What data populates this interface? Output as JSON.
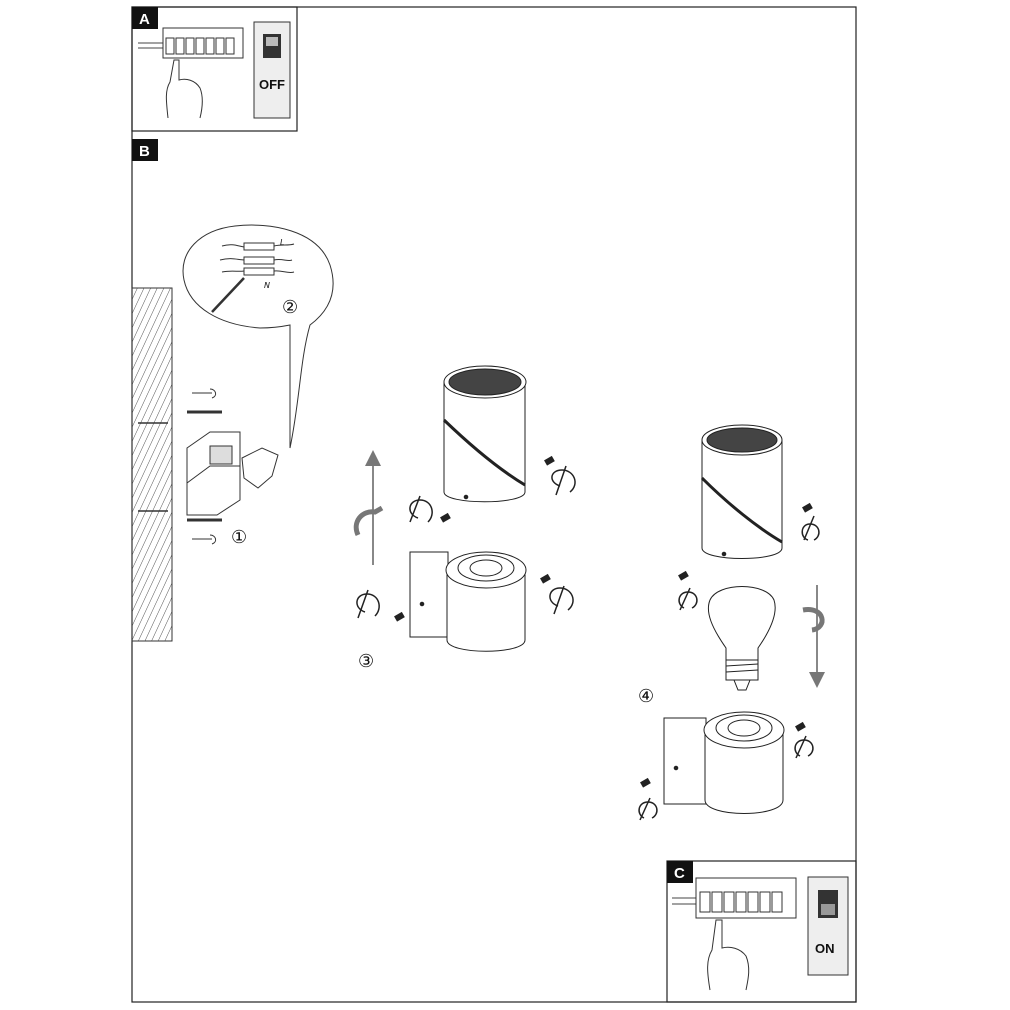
{
  "panels": {
    "a": {
      "label": "A",
      "switch_state": "OFF"
    },
    "b": {
      "label": "B"
    },
    "c": {
      "label": "C",
      "switch_state": "ON"
    }
  },
  "steps": {
    "s1": "①",
    "s2": "②",
    "s3": "③",
    "s4": "④"
  },
  "terminal_labels": {
    "live": "L",
    "neutral": "N"
  }
}
